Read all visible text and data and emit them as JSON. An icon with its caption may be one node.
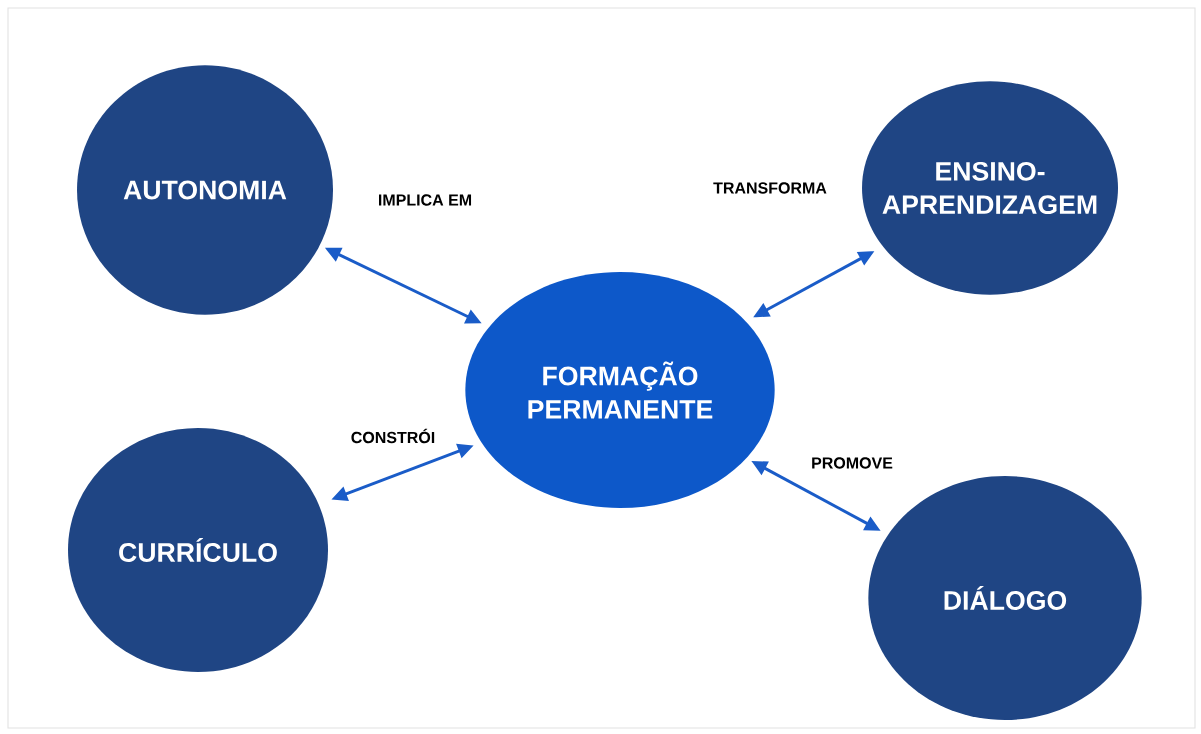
{
  "diagram": {
    "nodes": [
      {
        "text": [
          "AUTONOMIA"
        ]
      },
      {
        "text": [
          "ENSINO-APRENDIZAGEM"
        ]
      },
      {
        "text": [
          "FORMAÇÃO PERMANENTE"
        ]
      },
      {
        "text": [
          "CURRÍCULO"
        ]
      },
      {
        "text": [
          "DIÁLOGO"
        ]
      }
    ],
    "edges": [
      {
        "from": 0,
        "to": 2,
        "arrow": "both",
        "label": "IMPLICA EM"
      },
      {
        "from": 2,
        "to": 1,
        "arrow": "both",
        "label": "TRANSFORMA"
      },
      {
        "from": 2,
        "to": 3,
        "arrow": "both",
        "label": "CONSTRÓI"
      },
      {
        "from": 2,
        "to": 4,
        "arrow": "both",
        "label": "PROMOVE"
      }
    ]
  }
}
